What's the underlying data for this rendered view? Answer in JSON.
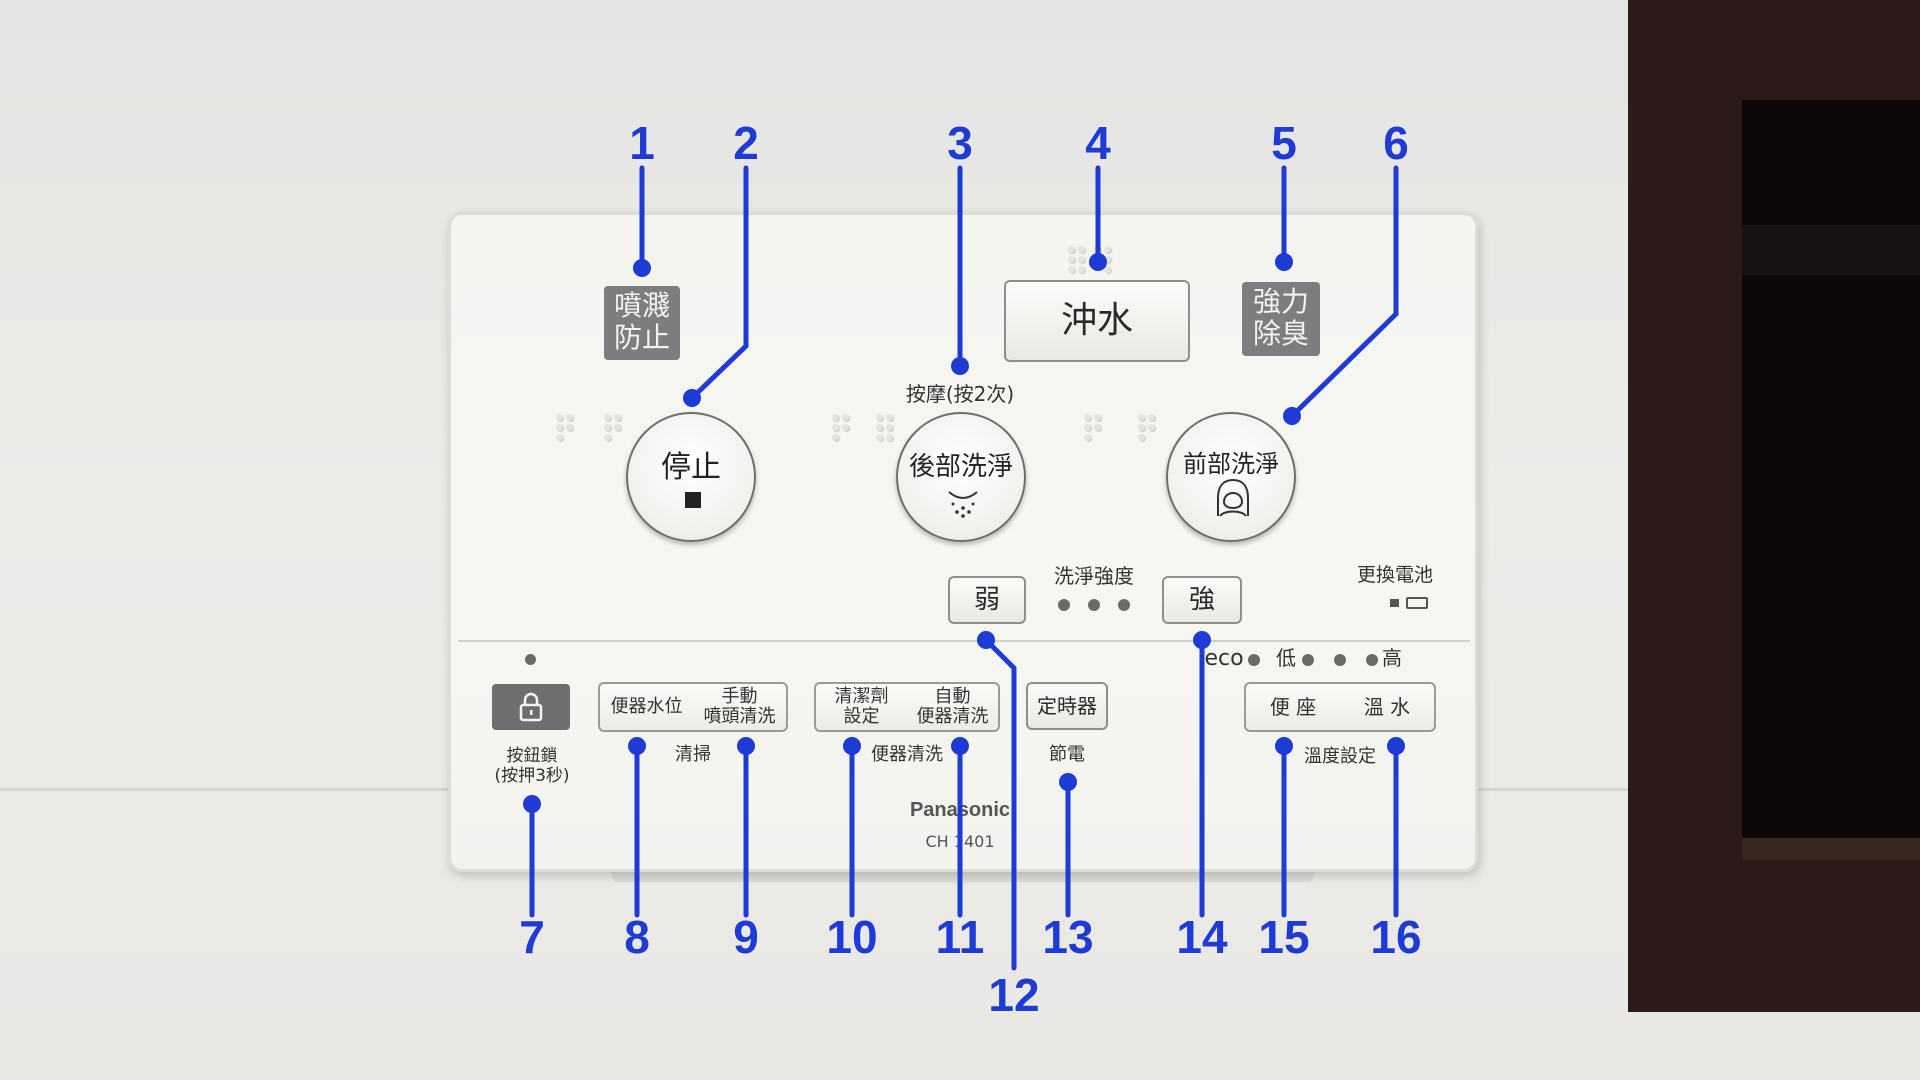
{
  "panel": {
    "anti_splash": "噴濺\n防止",
    "deodorize": "強力\n除臭",
    "flush": "沖水",
    "stop": "停止",
    "massage_hint": "按摩(按2次)",
    "rear_wash": "後部洗淨",
    "front_wash": "前部洗淨",
    "weak": "弱",
    "strength_label": "洗淨強度",
    "strong": "強",
    "battery": "更換電池",
    "temp_scale": {
      "eco": "eco",
      "low": "低",
      "high": "高"
    },
    "lock_label": "按鈕鎖\n(按押3秒)",
    "bowl_water_level": "便器水位",
    "manual_nozzle_clean": "手動\n噴頭清洗",
    "clean_group": "清掃",
    "detergent_setting": "清潔劑\n設定",
    "auto_bowl_clean": "自動\n便器清洗",
    "bowl_clean_group": "便器清洗",
    "timer": "定時器",
    "energy_saving": "節電",
    "seat": "便 座",
    "warm_water": "溫 水",
    "temp_setting": "溫度設定",
    "brand": "Panasonic",
    "model": "CH 1401"
  },
  "callouts": [
    "1",
    "2",
    "3",
    "4",
    "5",
    "6",
    "7",
    "8",
    "9",
    "10",
    "11",
    "12",
    "13",
    "14",
    "15",
    "16"
  ],
  "colors": {
    "callout": "#1f3bd6",
    "panel": "#f5f5f2",
    "tag": "#7c7d7e",
    "frame": "#2a1b17"
  }
}
